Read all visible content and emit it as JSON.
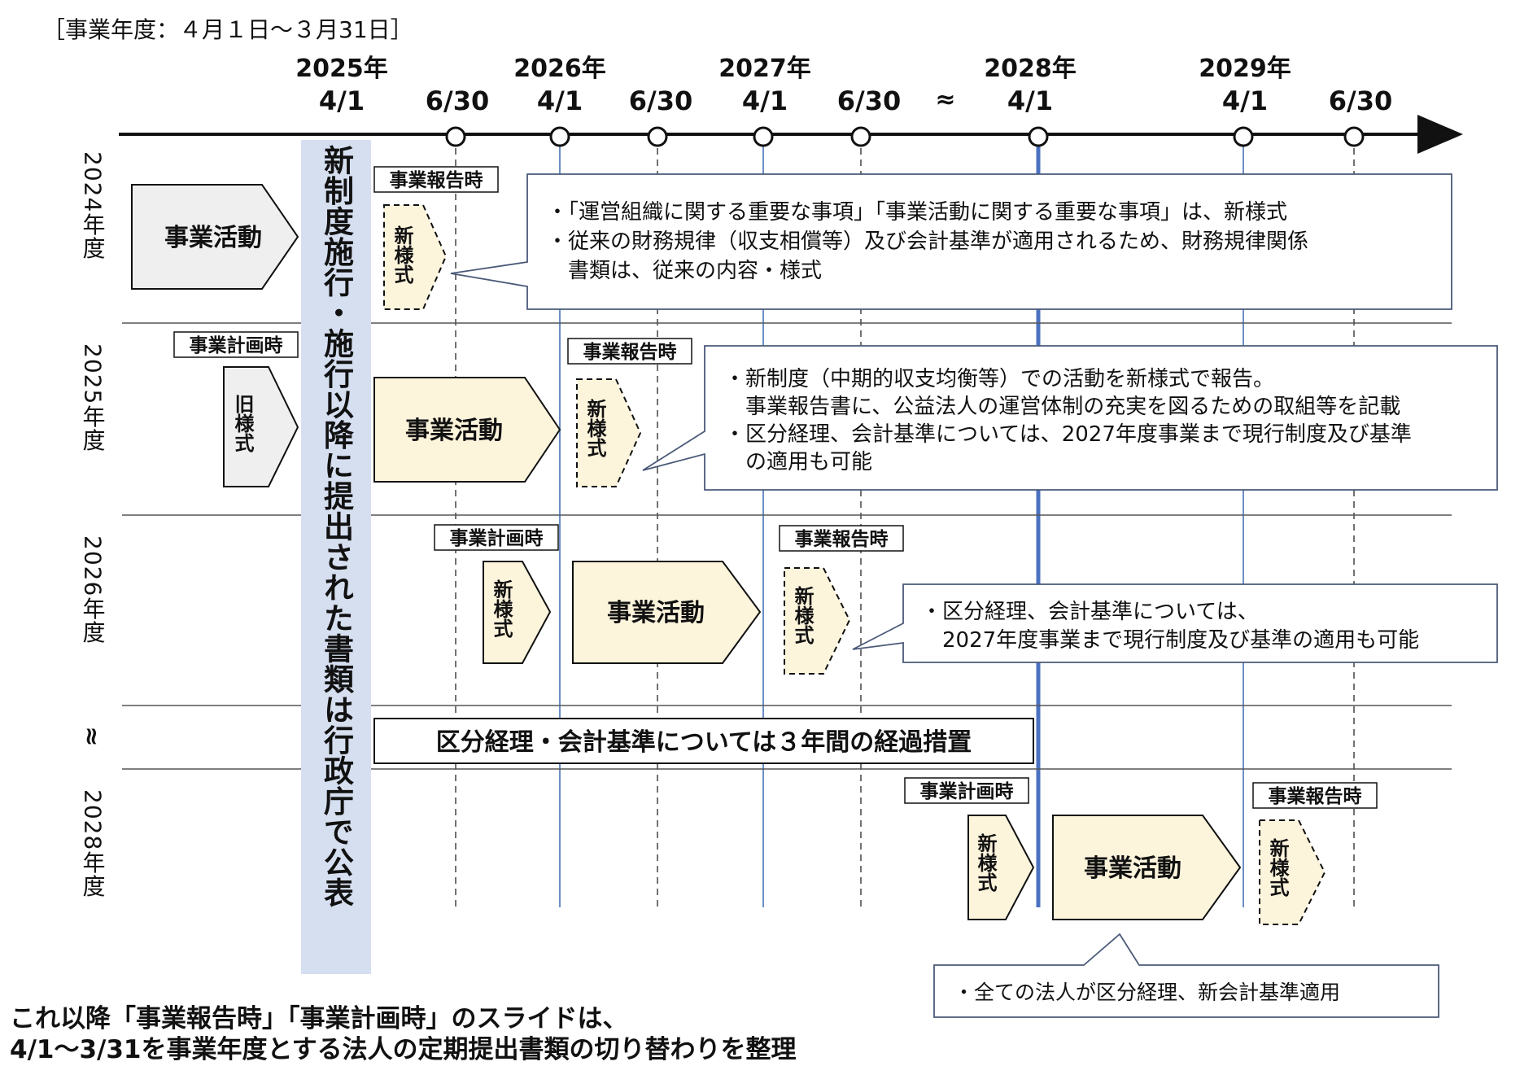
{
  "fiscal_year_note": "［事業年度：４月１日～３月31日］",
  "timeline": {
    "ticks": [
      {
        "year": "2025年",
        "date": "4/1"
      },
      {
        "year": "",
        "date": "6/30"
      },
      {
        "year": "2026年",
        "date": "4/1"
      },
      {
        "year": "",
        "date": "6/30"
      },
      {
        "year": "2027年",
        "date": "4/1"
      },
      {
        "year": "",
        "date": "6/30"
      },
      {
        "year": "",
        "date": "≈"
      },
      {
        "year": "2028年",
        "date": "4/1"
      },
      {
        "year": "2029年",
        "date": "4/1"
      },
      {
        "year": "",
        "date": "6/30"
      }
    ]
  },
  "rows": [
    {
      "label": "2024年度"
    },
    {
      "label": "2025年度"
    },
    {
      "label": "2026年度"
    },
    {
      "label": "≈"
    },
    {
      "label": "2028年度"
    }
  ],
  "vertical_banner": "新制度施行・施行以降に提出された書類は行政庁で公表",
  "labels": {
    "business_activity": "事業活動",
    "report_time": "事業報告時",
    "plan_time": "事業計画時",
    "new_form": "新様式",
    "old_form": "旧様式"
  },
  "callouts": {
    "c2024": [
      "・「運営組織に関する重要な事項」「事業活動に関する重要な事項」は、新様式",
      "・従来の財務規律（収支相償等）及び会計基準が適用されるため、財務規律関係",
      "　書類は、従来の内容・様式"
    ],
    "c2025": [
      "・新制度（中期的収支均衡等）での活動を新様式で報告。",
      "　事業報告書に、公益法人の運営体制の充実を図るための取組等を記載",
      "・区分経理、会計基準については、2027年度事業まで現行制度及び基準",
      "　の適用も可能"
    ],
    "c2026": [
      "・区分経理、会計基準については、",
      "　2027年度事業まで現行制度及び基準の適用も可能"
    ],
    "c2028": [
      "・全ての法人が区分経理、新会計基準適用"
    ]
  },
  "transition_box": "区分経理・会計基準については３年間の経過措置",
  "footer": [
    "これ以降「事業報告時」「事業計画時」のスライドは、",
    "4/1～3/31を事業年度とする法人の定期提出書類の切り替わりを整理"
  ],
  "colors": {
    "axis": "#111111",
    "solid_guide": "#6b8fc7",
    "bold_guide": "#4a72c0",
    "banner": "#d6dff0",
    "activity_new": "#fdf4dc",
    "activity_old": "#efefef"
  }
}
